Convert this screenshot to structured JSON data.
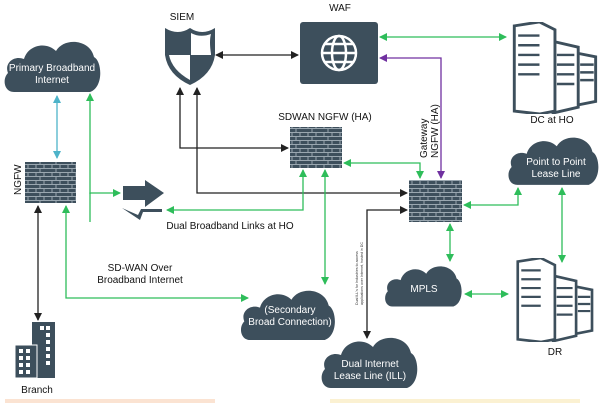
{
  "nodes": {
    "siem": "SIEM",
    "waf": "WAF",
    "dc": "DC at HO",
    "primary_broadband": [
      "Primary Broadband",
      "Internet"
    ],
    "ngfw": "NGFW",
    "sdwan_ngfw": "SDWAN NGFW (HA)",
    "gateway_ngfw": [
      "Gateway",
      "NGFW (HA)"
    ],
    "p2p": [
      "Point to Point",
      "Lease Line"
    ],
    "dual_broadband": "Dual Broadband Links at HO",
    "sdwan_over": [
      "SD-WAN Over",
      "Broadband Internet"
    ],
    "secondary": [
      "(Secondary",
      "Broad Connection)"
    ],
    "mpls": "MPLS",
    "dr": "DR",
    "ill": [
      "Dual Internet",
      "Lease Line (ILL)"
    ],
    "branch": "Branch",
    "ill_note": [
      "Dual ILL's for Industries to access",
      "applications over Internet, hosted in DC"
    ]
  },
  "colors": {
    "node": "#3d4f5c",
    "green": "#2ebd5a",
    "blue": "#4db3c9",
    "purple": "#7030a0",
    "black": "#222222"
  },
  "icons": [
    "shield-icon",
    "globe-icon",
    "server-rack-icon",
    "cloud-icon",
    "firewall-icon",
    "wan-link-icon",
    "building-icon"
  ]
}
